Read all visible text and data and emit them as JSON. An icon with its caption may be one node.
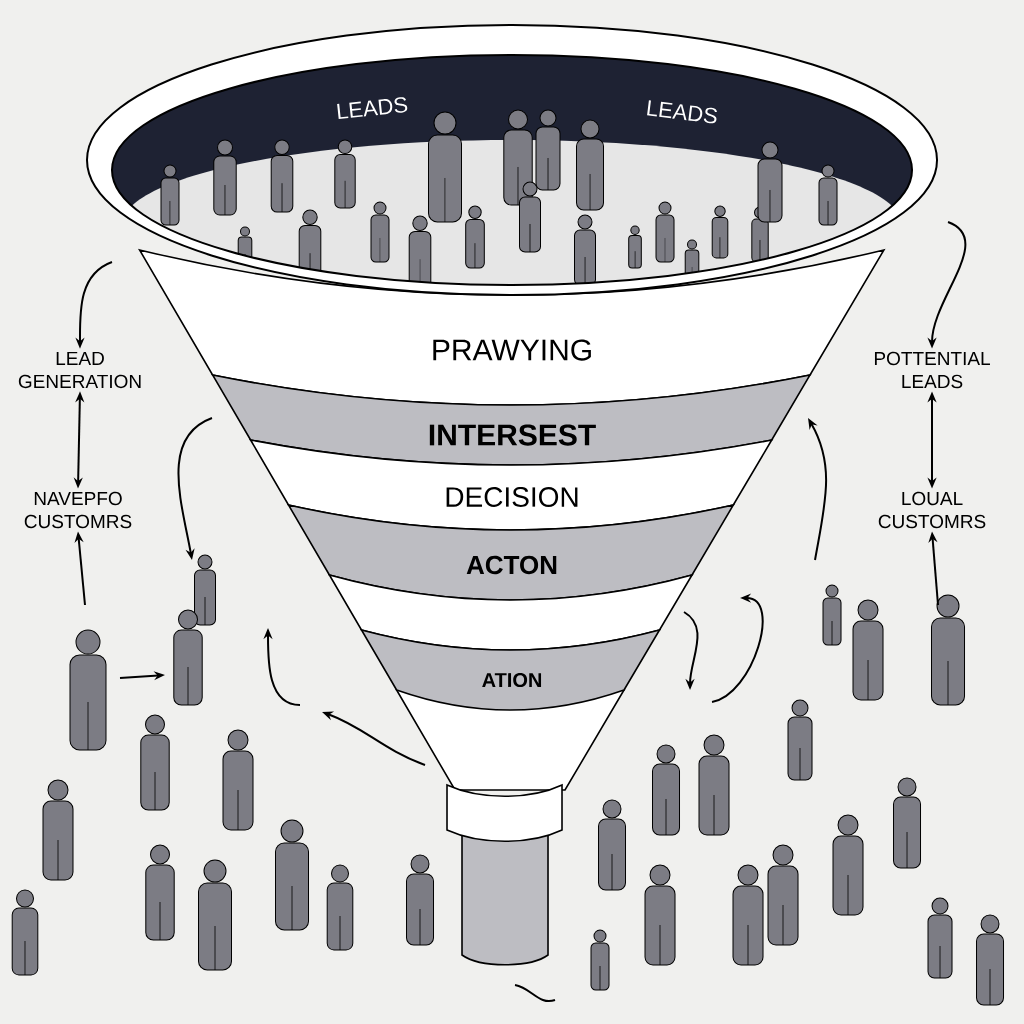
{
  "diagram": {
    "nodes": [
      {
        "text": [
          "PRAWYING"
        ]
      },
      {
        "text": [
          "INTERSEST"
        ]
      },
      {
        "text": [
          "DECISION"
        ]
      },
      {
        "text": [
          "ACTON"
        ]
      },
      {
        "text": [],
        "shape": "bar"
      },
      {
        "text": [
          "ATION"
        ]
      },
      {
        "text": [
          "LEAD GENERATION"
        ]
      },
      {
        "text": [
          "NAVEPFO CUSTOMRS"
        ]
      },
      {
        "text": [
          "POTTENTIAL LEADS"
        ]
      },
      {
        "text": [
          "LOUAL CUSTOMRS"
        ]
      }
    ],
    "edges": [
      {
        "from": null,
        "to": 6,
        "arrow": "to"
      },
      {
        "from": 6,
        "to": 7,
        "arrow": "both"
      },
      {
        "from": null,
        "to": 8,
        "arrow": "to"
      },
      {
        "from": 9,
        "to": 8,
        "arrow": "both"
      },
      {
        "from": null,
        "to": 9,
        "arrow": "to"
      },
      {
        "from": null,
        "to": 7,
        "arrow": "to"
      }
    ],
    "labels": [
      "LEADS",
      "LEADS"
    ]
  }
}
